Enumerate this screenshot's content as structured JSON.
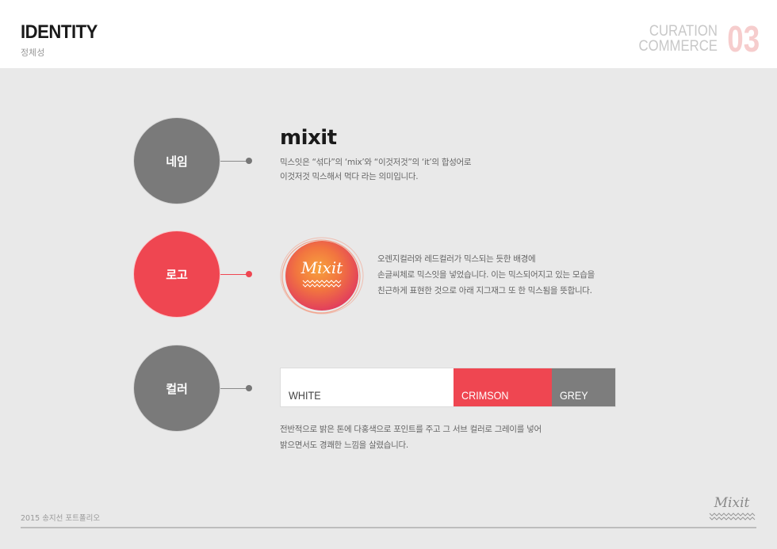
{
  "header": {
    "title": "IDENTITY",
    "subtitle": "정체성",
    "brand_line1": "CURATION",
    "brand_line2": "COMMERCE",
    "page_number": "03"
  },
  "sections": [
    {
      "label": "네임",
      "color": "#7a7a7a",
      "heading": "mixit",
      "lines": [
        "믹스잇은 “섞다”의 ‘mix’와 “이것저것”의 ‘it’의 합성어로",
        "이것저것 믹스해서 먹다 라는 의미입니다."
      ]
    },
    {
      "label": "로고",
      "color": "#ef4651",
      "logo_text": "Mixit",
      "lines": [
        "오렌지컬러와 레드컬러가 믹스되는 듯한 배경에",
        "손글씨체로 믹스잇을 넣었습니다.  이는 믹스되어지고 있는 모습을",
        "친근하게 표현한 것으로 아래 지그재그 또 한 믹스됨을 뜻합니다."
      ]
    },
    {
      "label": "컬러",
      "color": "#7a7a7a",
      "swatches": [
        {
          "name": "WHITE",
          "hex": "#ffffff",
          "text_color": "#444444"
        },
        {
          "name": "CRIMSON",
          "hex": "#ef4651",
          "text_color": "#ffffff"
        },
        {
          "name": "GREY",
          "hex": "#7d7d7d",
          "text_color": "#ffffff"
        }
      ],
      "lines": [
        "전반적으로 밝은 톤에 다홍색으로 포인트를 주고 그 서브 컬러로 그레이를 넣어",
        "밝으면서도 경쾌한 느낌을 살렸습니다."
      ]
    }
  ],
  "footer": {
    "text": "2015  송지선 포트폴리오",
    "logo_text": "Mixit"
  }
}
